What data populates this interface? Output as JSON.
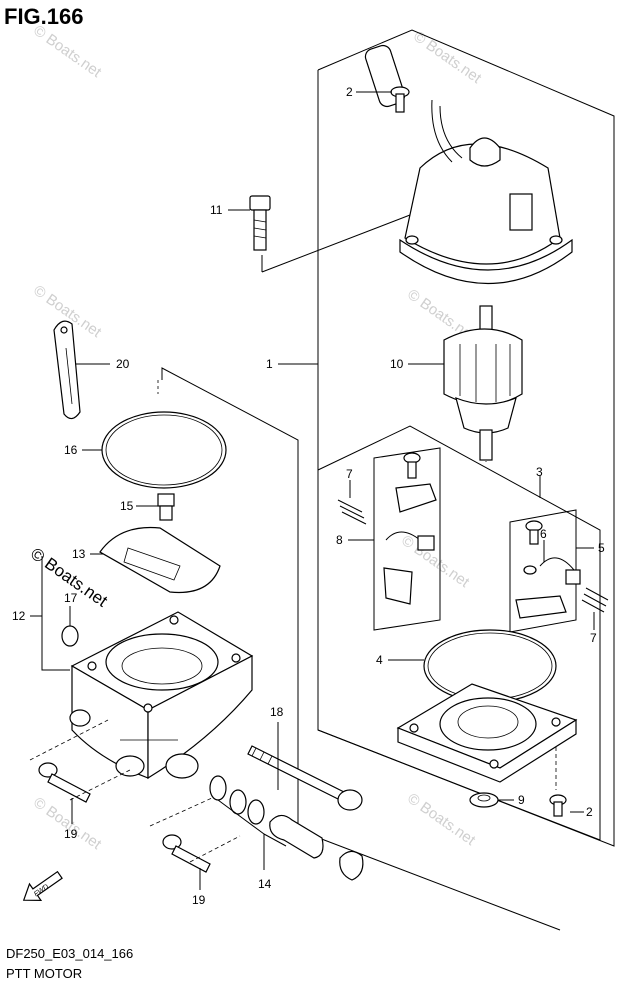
{
  "figure": {
    "title": "FIG.166",
    "code": "DF250_E03_014_166",
    "name": "PTT MOTOR",
    "watermark": "© Boats.net"
  },
  "callouts": [
    {
      "id": "c1",
      "text": "1"
    },
    {
      "id": "c2a",
      "text": "2"
    },
    {
      "id": "c2b",
      "text": "2"
    },
    {
      "id": "c3",
      "text": "3"
    },
    {
      "id": "c4",
      "text": "4"
    },
    {
      "id": "c5",
      "text": "5"
    },
    {
      "id": "c6",
      "text": "6"
    },
    {
      "id": "c7a",
      "text": "7"
    },
    {
      "id": "c7b",
      "text": "7"
    },
    {
      "id": "c8",
      "text": "8"
    },
    {
      "id": "c9",
      "text": "9"
    },
    {
      "id": "c10",
      "text": "10"
    },
    {
      "id": "c11",
      "text": "11"
    },
    {
      "id": "c12",
      "text": "12"
    },
    {
      "id": "c13",
      "text": "13"
    },
    {
      "id": "c14",
      "text": "14"
    },
    {
      "id": "c15",
      "text": "15"
    },
    {
      "id": "c16",
      "text": "16"
    },
    {
      "id": "c17",
      "text": "17"
    },
    {
      "id": "c18",
      "text": "18"
    },
    {
      "id": "c19a",
      "text": "19"
    },
    {
      "id": "c19b",
      "text": "19"
    },
    {
      "id": "c20",
      "text": "20"
    }
  ],
  "icons": {
    "fwd_arrow": "fwd-arrow-icon",
    "fwd_text": "FWD"
  }
}
